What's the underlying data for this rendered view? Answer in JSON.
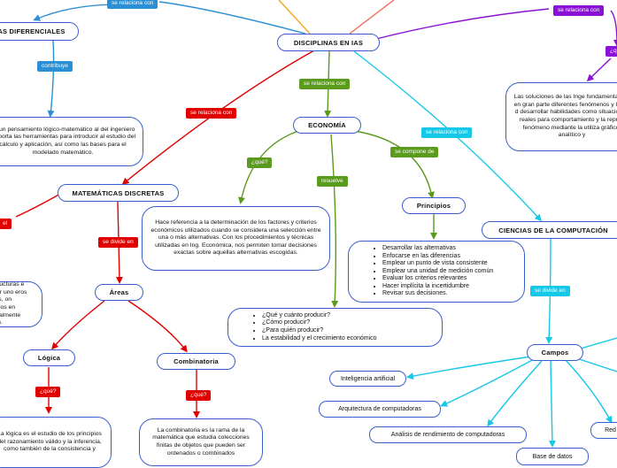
{
  "central": {
    "title": "DISCIPLINAS EN IAS"
  },
  "nodes": {
    "ecuaciones": "AS DIFERENCIALES",
    "matematicas_discretas": "MATEMÁTICAS DISCRETAS",
    "areas": "Áreas",
    "logica": "Lógica",
    "combinatoria": "Combinatoria",
    "economia": "ECONOMÍA",
    "principios": "Principios",
    "ciencias": "CIENCIAS DE LA COMPUTACIÓN",
    "campos": "Campos",
    "inteligencia": "Inteligencia artificial",
    "arquitectura": "Arquitectura de computadoras",
    "analisis": "Análisis de rendimiento de computadoras",
    "base_datos": "Base de datos",
    "redes": "Red"
  },
  "descriptions": {
    "ecuaciones_desc": "lar un pensamiento lógico-matemático al del ingeniero y aporta las herramientas para introducir al estudio del cálculo y aplicación, así como las bases para el modelado matemático.",
    "discretas_desc": "as estructuras e uno por uno eros enteros, on aplicados en principalmente utación.",
    "logica_desc": "La lógica es el estudio de los principios del razonamiento válido y la inferencia, como también de la consistencia y",
    "combinatoria_desc": "La combinatoria es la rama de la matemática que estudia colecciones finitas de objetos que pueden ser ordenados o combinados",
    "economia_que": "Hace referencia a la determinación de los factores y criterios económicos utilizados cuando se considera una selección entre una o más alternativas. Con los procedimientos y técnicas utilizadas en Ing. Económica, nos permiten tomar decisiones exactas sobre aquellas alternativas escogidas.",
    "computacion_desc": "Las soluciones de las Inge fundamentadas, en gran parte diferentes fenómenos y leyes d desarrollar habilidades como situaciones reales para comportamiento y la repres fenómeno mediante la utiliza gráfico, analítico y"
  },
  "lists": {
    "principios_items": [
      "Desarrollar las alternativas",
      "Enfocarse en las diferencias",
      "Emplear un punto de vista consistente",
      "Emplear una unidad de medición común",
      "Evaluar los criterios relevantes",
      "Hacer implícita la incertidumbre",
      "Revisar sus decisiones."
    ],
    "resuelve_items": [
      "¿Qué y cuánto producir?",
      "¿Cómo producir?",
      "¿Para quién producir?",
      "La estabilidad y el crecimiento económico"
    ]
  },
  "labels": {
    "top_left": "se relaciona con",
    "contribuye": "contribuye",
    "rel_discretas": "se relaciona con",
    "left_edge": "el",
    "se_divide_areas": "se divide en",
    "que_logica": "¿qué?",
    "que_combinatoria": "¿qué?",
    "rel_economia": "se relaciona con",
    "que_economia": "¿qué?",
    "resuelve": "resuelve",
    "compone": "se compone de",
    "rel_ciencias": "se relaciona con",
    "se_divide_campos": "se divide en",
    "rel_purple": "se relaciona con",
    "que_right": "¿qu"
  },
  "colors": {
    "blue": "#2b8fd6",
    "green": "#5a9a1c",
    "red": "#e00000",
    "cyan": "#16c8e8",
    "purple": "#8a12d6",
    "orange": "#f5a623",
    "salmon": "#f06a5a",
    "node_border": "#3a5fcd"
  }
}
